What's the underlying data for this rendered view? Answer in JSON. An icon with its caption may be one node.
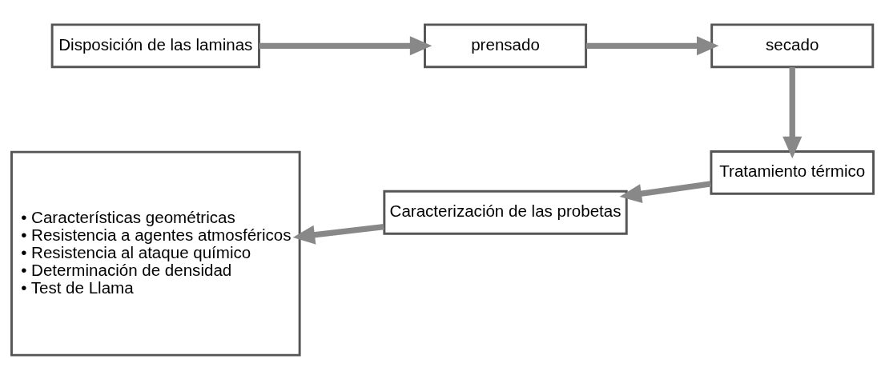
{
  "diagram": {
    "nodes": [
      {
        "text": [
          "Disposición de las laminas"
        ]
      },
      {
        "text": [
          "prensado"
        ]
      },
      {
        "text": [
          "secado"
        ]
      },
      {
        "text": [
          "Tratamiento térmico"
        ]
      },
      {
        "text": [
          "Caracterización de las probetas"
        ]
      },
      {
        "text": [
          "• Características geométricas",
          "• Resistencia a agentes atmosféricos",
          "• Resistencia al ataque químico",
          "• Determinación de densidad",
          "• Test de Llama"
        ]
      }
    ],
    "edges": [
      {
        "from": 0,
        "to": 1,
        "arrow": "to"
      },
      {
        "from": 1,
        "to": 2,
        "arrow": "to"
      },
      {
        "from": 2,
        "to": 3,
        "arrow": "to"
      },
      {
        "from": 3,
        "to": 4,
        "arrow": "to"
      },
      {
        "from": 4,
        "to": 5,
        "arrow": "to"
      }
    ]
  }
}
